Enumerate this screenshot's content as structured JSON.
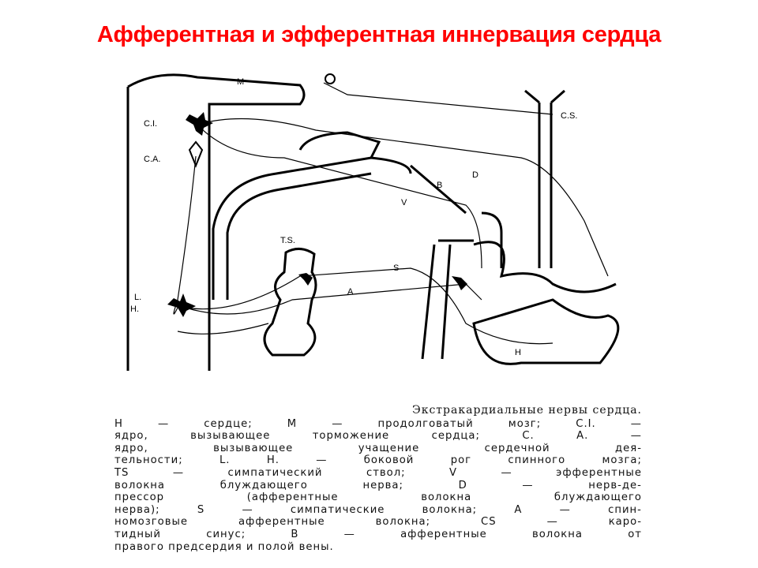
{
  "title": "Афферентная и эфферентная иннервация сердца",
  "diagram": {
    "labels": {
      "M": "M",
      "CI": "C.I.",
      "CA": "C.A.",
      "CS": "C.S.",
      "D": "D",
      "B": "B",
      "V": "V",
      "TS": "T.S.",
      "S": "S",
      "A": "A",
      "L": "L.",
      "Hs": "H.",
      "H": "H"
    }
  },
  "caption": {
    "title": "Экстракардиальные нервы сердца.",
    "lines": [
      "Н — сердце; М — продолговатый мозг; C.I. —",
      "ядро, вызывающее торможение сердца; С. А. —",
      "ядро, вызывающее учащение сердечной дея-",
      "тельности; L. Н. — боковой рог спинного мозга;",
      "TS — симпатический ствол; V — эфферентные",
      "волокна блуждающего нерва; D — нерв-де-",
      "прессор (афферентные волокна блуждающего",
      "нерва); S — симпатические волокна; А — спин-",
      "номозговые афферентные волокна; CS — каро-",
      "тидный синус; В — афферентные волокна от",
      "правого предсердия и полой вены."
    ]
  }
}
